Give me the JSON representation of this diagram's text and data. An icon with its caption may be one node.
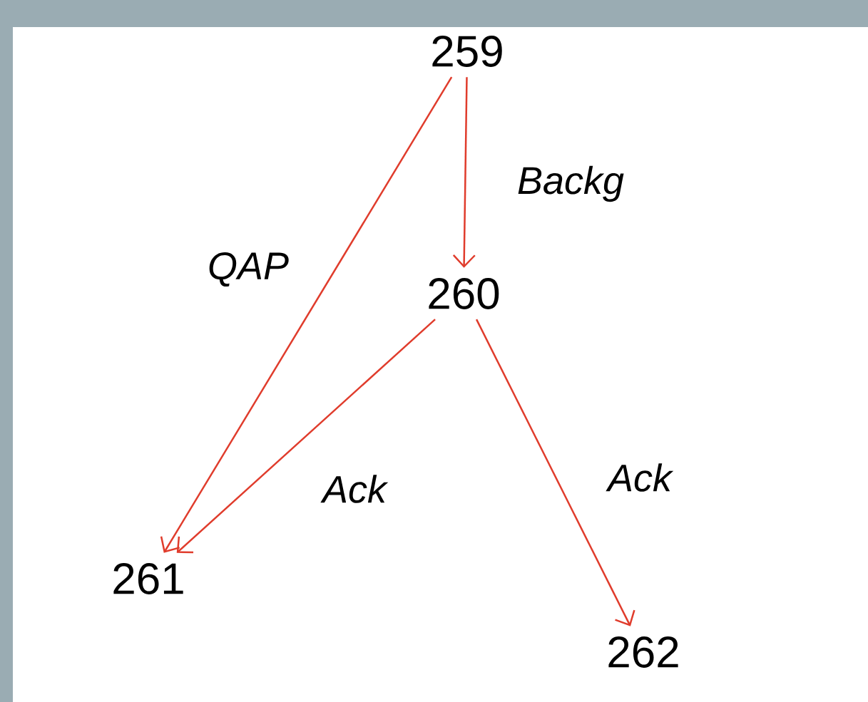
{
  "diagram": {
    "nodes": [
      {
        "text": [
          "259"
        ]
      },
      {
        "text": [
          "260"
        ]
      },
      {
        "text": [
          "261"
        ]
      },
      {
        "text": [
          "262"
        ]
      }
    ],
    "edges": [
      {
        "from": 0,
        "to": 2,
        "arrow": "to",
        "label": "QAP"
      },
      {
        "from": 0,
        "to": 1,
        "arrow": "to",
        "label": "Backg"
      },
      {
        "from": 1,
        "to": 2,
        "arrow": "to",
        "label": "Ack"
      },
      {
        "from": 1,
        "to": 3,
        "arrow": "to",
        "label": "Ack"
      }
    ]
  }
}
